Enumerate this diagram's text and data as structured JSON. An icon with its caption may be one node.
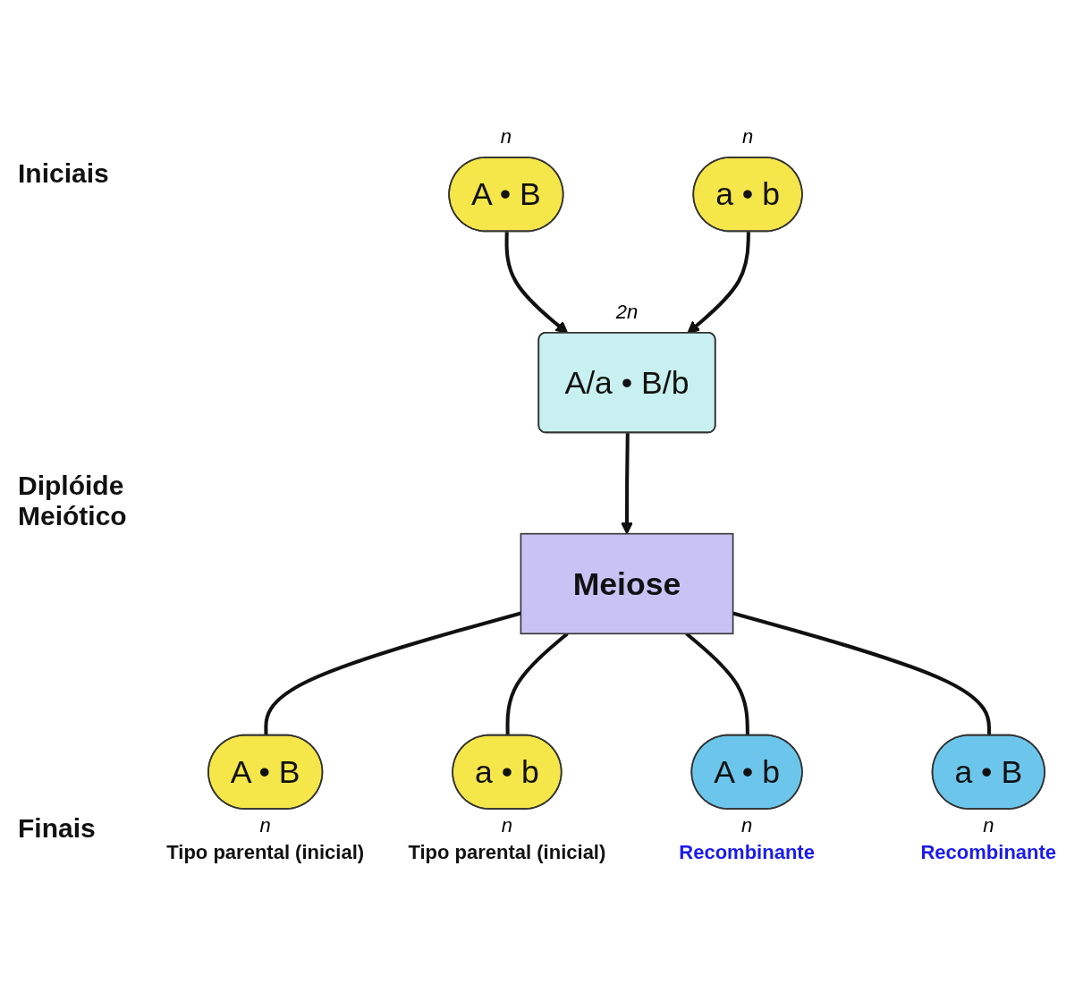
{
  "diagram": {
    "nodes": [
      {
        "text": [
          "A • B"
        ],
        "beside": [
          "n"
        ]
      },
      {
        "text": [
          "a • b"
        ],
        "beside": [
          "n"
        ]
      },
      {
        "text": [
          "A/a • B/b"
        ],
        "beside": [
          "2n"
        ]
      },
      {
        "text": [
          "Meiose"
        ]
      },
      {
        "text": [
          "A • B"
        ],
        "beside": [
          "n",
          "Tipo parental (inicial)"
        ]
      },
      {
        "text": [
          "a • b"
        ],
        "beside": [
          "n",
          "Tipo parental (inicial)"
        ]
      },
      {
        "text": [
          "A • b"
        ],
        "beside": [
          "n",
          "Recombinante"
        ]
      },
      {
        "text": [
          "a • B"
        ],
        "beside": [
          "n",
          "Recombinante"
        ]
      }
    ],
    "edges": [
      {
        "from": 0,
        "to": 2,
        "arrow": "to"
      },
      {
        "from": 1,
        "to": 2,
        "arrow": "to"
      },
      {
        "from": 2,
        "to": 3,
        "arrow": "to"
      },
      {
        "from": 3,
        "to": 4,
        "arrow": "none"
      },
      {
        "from": 3,
        "to": 5,
        "arrow": "none"
      },
      {
        "from": 3,
        "to": 6,
        "arrow": "none"
      },
      {
        "from": 3,
        "to": 7,
        "arrow": "none"
      }
    ],
    "labels": [
      "Iniciais",
      "Diplóide Meiótico",
      "Finais"
    ]
  }
}
